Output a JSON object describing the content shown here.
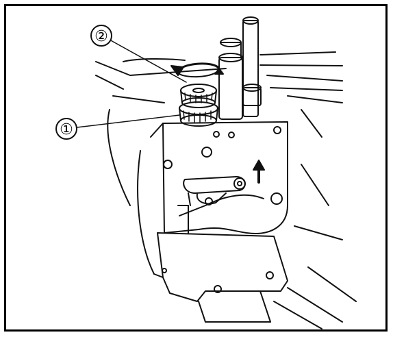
{
  "figure": {
    "callouts": [
      {
        "id": "callout-1",
        "label": "①"
      },
      {
        "id": "callout-2",
        "label": "②"
      }
    ]
  }
}
